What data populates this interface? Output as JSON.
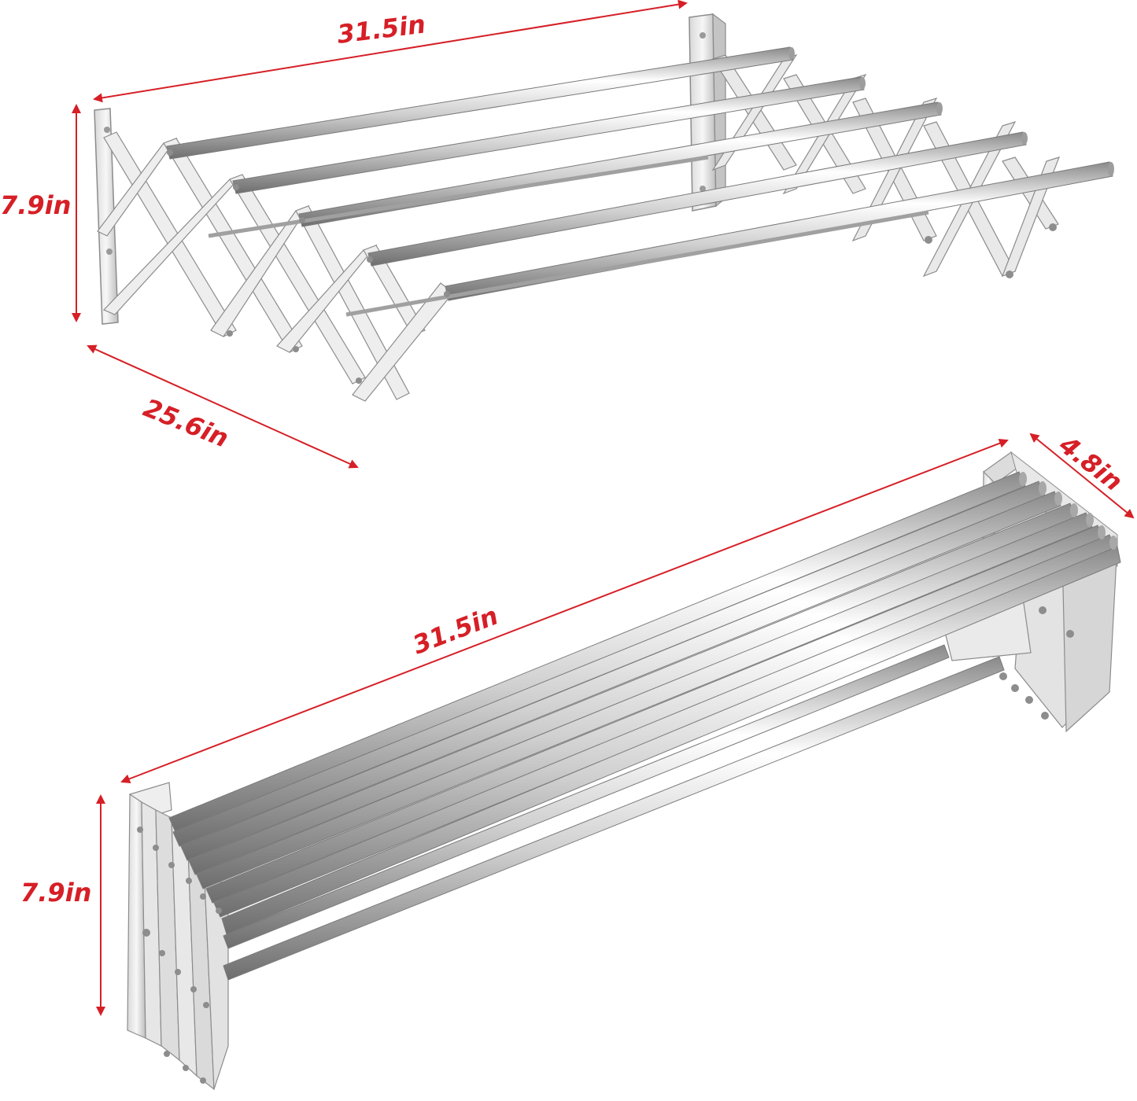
{
  "colors": {
    "dimension": "#d61f26",
    "steel_light": "#f2f2f2",
    "steel_mid": "#c9c9c9",
    "steel_dark": "#7d7d7d",
    "background": "#ffffff"
  },
  "expanded": {
    "width_label": "31.5in",
    "height_label": "7.9in",
    "depth_label": "25.6in"
  },
  "folded": {
    "width_label": "31.5in",
    "depth_label": "4.8in",
    "height_label": "7.9in"
  }
}
